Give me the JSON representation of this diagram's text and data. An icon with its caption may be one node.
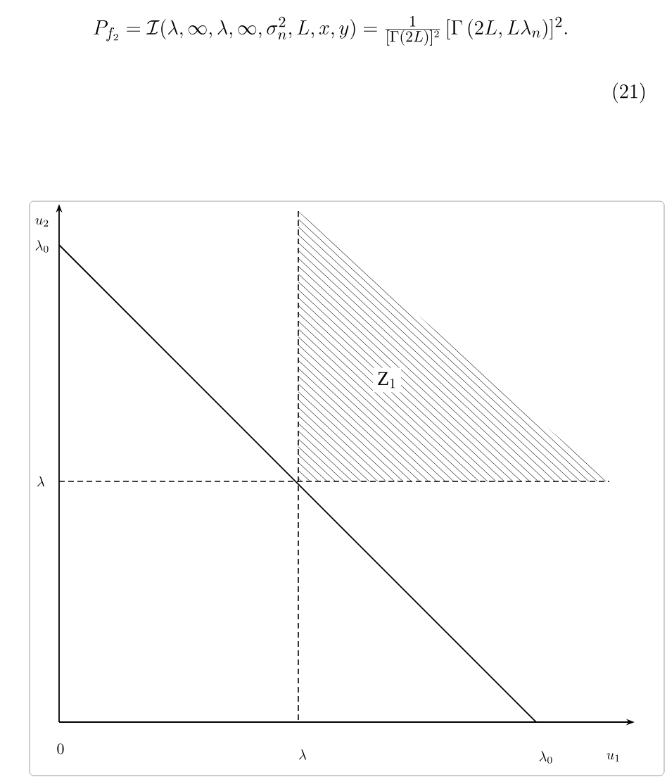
{
  "diagram": {
    "nodes": [
      {
        "text": [
          "\\mathrm{Z}_1"
        ]
      }
    ],
    "labels": [
      "P_{f_2} = \\mathcal{I}(\\lambda, \\infty, \\lambda, \\infty, \\sigma_n^2, L, x, y) = \\frac{1}{[\\Gamma(2L)]^2}\\,[\\Gamma\\,(2L, L\\lambda_n)]^2 .",
      "(21)",
      "u_2",
      "\\lambda_0",
      "\\lambda",
      "0",
      "\\lambda",
      "\\lambda_0",
      "u_1"
    ]
  }
}
